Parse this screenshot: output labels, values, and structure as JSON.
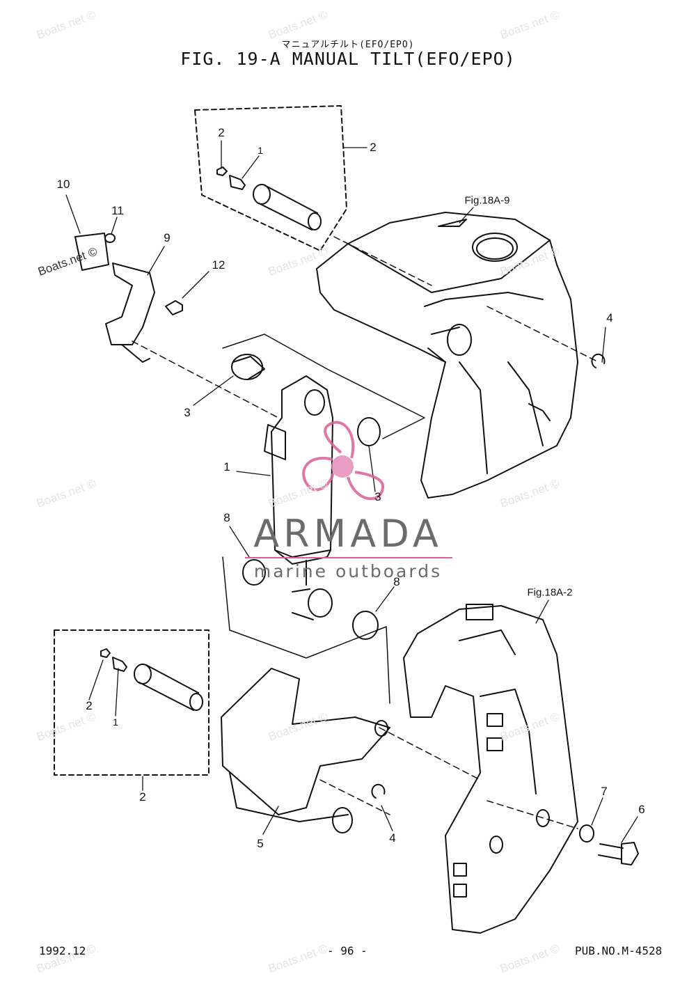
{
  "header": {
    "subtitle": "マニュアルチルト(EFO/EPO)",
    "title": "FIG. 19-A MANUAL TILT(EFO/EPO)"
  },
  "references": {
    "ref_a": "Fig.18A-9",
    "ref_b": "Fig.18A-2"
  },
  "callouts": [
    "2",
    "1",
    "2",
    "10",
    "11",
    "9",
    "12",
    "4",
    "3",
    "1",
    "3",
    "8",
    "8",
    "2",
    "1",
    "2",
    "5",
    "4",
    "7",
    "6"
  ],
  "watermark": {
    "text": "Boats.net ©"
  },
  "logo": {
    "brand": "ARMADA",
    "tagline": "marine outboards",
    "accent_color": "#d9609a"
  },
  "footer": {
    "date": "1992.12",
    "page": "- 96 -",
    "pub": "PUB.NO.M-4528"
  }
}
